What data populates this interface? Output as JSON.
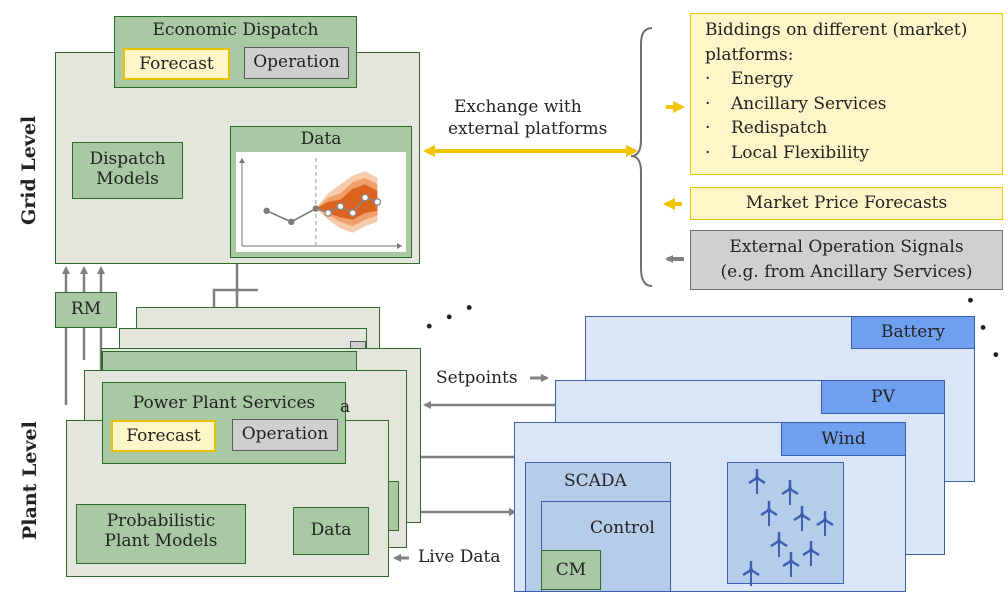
{
  "side_labels": {
    "grid": "Grid Level",
    "plant": "Plant Level"
  },
  "grid": {
    "economic_dispatch": "Economic Dispatch",
    "forecast": "Forecast",
    "operation": "Operation",
    "dispatch_models": [
      "Dispatch",
      "Models"
    ],
    "data": "Data",
    "rm": "RM"
  },
  "exchange": [
    "Exchange with",
    "external platforms"
  ],
  "market": {
    "biddings_title": [
      "Biddings on different (market)",
      "platforms:"
    ],
    "bullets": [
      "Energy",
      "Ancillary Services",
      "Redispatch",
      "Local Flexibility"
    ],
    "bullet_char": "·",
    "price_forecasts": "Market Price Forecasts",
    "ext_signals": [
      "External Operation Signals",
      "(e.g. from Ancillary Services)"
    ]
  },
  "plant": {
    "services": "Power Plant Services",
    "forecast": "Forecast",
    "operation": "Operation",
    "prob_models": [
      "Probabilistic",
      "Plant Models"
    ],
    "data": "Data",
    "back_frag_1": "a",
    "back_frag_2": "a",
    "ellipsis": ". . ."
  },
  "field": {
    "battery": "Battery",
    "pv": "PV",
    "wind": "Wind",
    "scada": "SCADA",
    "control": "Control",
    "cm": "CM",
    "setpoints": "Setpoints",
    "live_data": "Live Data",
    "ellipsis": ". . ."
  },
  "colors": {
    "green_border": "#2e6b2a",
    "yellow_arrow": "#f2c400",
    "grey_arrow": "#808080",
    "blue_border": "#3d5fb0",
    "forecast_orange": "#d9601c"
  },
  "chart_data": {
    "type": "line",
    "title": "",
    "xlabel": "",
    "ylabel": "",
    "history": [
      {
        "x": 1,
        "y": 3.1
      },
      {
        "x": 2,
        "y": 2.6
      },
      {
        "x": 3,
        "y": 3.2
      }
    ],
    "forecast_points": [
      {
        "x": 3.5,
        "y": 3.0
      },
      {
        "x": 4,
        "y": 3.3
      },
      {
        "x": 4.5,
        "y": 3.0
      },
      {
        "x": 5,
        "y": 3.7
      },
      {
        "x": 5.5,
        "y": 3.5
      }
    ],
    "forecast_start_x": 3,
    "bands": [
      {
        "level": "outer",
        "upper": [
          3.2,
          3.9,
          4.3,
          4.7,
          4.9,
          4.6
        ],
        "lower": [
          3.2,
          2.7,
          2.3,
          2.1,
          2.4,
          2.6
        ]
      },
      {
        "level": "middle",
        "upper": [
          3.2,
          3.7,
          3.9,
          4.4,
          4.6,
          4.3
        ],
        "lower": [
          3.2,
          2.9,
          2.6,
          2.4,
          2.7,
          2.9
        ]
      },
      {
        "level": "inner",
        "upper": [
          3.2,
          3.5,
          3.6,
          4.1,
          4.3,
          4.0
        ],
        "lower": [
          3.2,
          3.0,
          2.8,
          2.7,
          3.0,
          3.1
        ]
      }
    ],
    "band_x": [
      3,
      3.5,
      4,
      4.5,
      5,
      5.5
    ],
    "xlim": [
      0,
      6.5
    ],
    "ylim": [
      1.5,
      5.5
    ],
    "grid": false
  }
}
